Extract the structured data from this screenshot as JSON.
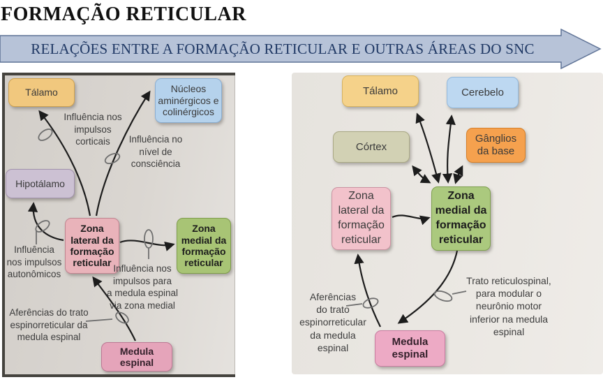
{
  "title": "FORMAÇÃO RETICULAR",
  "banner": {
    "label": "RELAÇÕES ENTRE A FORMAÇÃO RETICULAR E OUTRAS ÁREAS DO SNC",
    "fill": "#b7c3d8",
    "border": "#5f7396",
    "text_color": "#1f3864"
  },
  "left_diagram": {
    "nodes": {
      "talamo": {
        "label": "Tálamo",
        "fill": "#f1c87e",
        "border": "#cfa250"
      },
      "nucleos": {
        "label": "Núcleos\naminérgicos e\ncolinérgicos",
        "fill": "#b5d2ec",
        "border": "#8aaed2"
      },
      "hipotalamo": {
        "label": "Hipotálamo",
        "fill": "#ccc1d3",
        "border": "#a292ad"
      },
      "zona_lateral": {
        "label": "Zona\nlateral da\nformação\nreticular",
        "fill": "#e9b3ba",
        "border": "#bf8490"
      },
      "zona_medial": {
        "label": "Zona\nmedial da\nformação\nreticular",
        "fill": "#a8c475",
        "border": "#7d9c4a"
      },
      "medula_espinal": {
        "label": "Medula espinal",
        "fill": "#e5a4ba",
        "border": "#bd7894"
      }
    },
    "labels": {
      "corticais": "Influência nos\nimpulsos\ncorticais",
      "consciencia": "Influência no\nnível de\nconsciência",
      "autonomicos": "Influência\nnos impulsos\nautonômicos",
      "via_zona_medial": "Influência nos\nimpulsos para\na medula espinal\nvia zona medial",
      "aferencias": "Aferências do trato\nespinorreticular da\nmedula espinal"
    }
  },
  "right_diagram": {
    "nodes": {
      "talamo": {
        "label": "Tálamo",
        "fill": "#f5d28a",
        "border": "#d8b35e"
      },
      "cerebelo": {
        "label": "Cerebelo",
        "fill": "#bdd8f1",
        "border": "#92b8dc"
      },
      "cortex": {
        "label": "Córtex",
        "fill": "#d2d1b4",
        "border": "#a9a884"
      },
      "ganglios": {
        "label": "Gânglios\nda base",
        "fill": "#f5a14e",
        "border": "#d67f28"
      },
      "zona_lateral": {
        "label": "Zona\nlateral da\nformação\nreticular",
        "fill": "#f2c2cb",
        "border": "#cb93a2"
      },
      "zona_medial": {
        "label": "Zona\nmedial da\nformação\nreticular",
        "fill": "#abc97e",
        "border": "#7fa04f"
      },
      "medula_espinal": {
        "label": "Medula\nespinal",
        "fill": "#edaac5",
        "border": "#c77da0"
      }
    },
    "labels": {
      "aferencias": "Aferências\ndo trato\nespinorreticular\nda medula\nespinal",
      "trato_reticulospinal": "Trato reticulospinal,\npara modular o\nneurônio motor\ninferior na medula\nespinal"
    }
  }
}
